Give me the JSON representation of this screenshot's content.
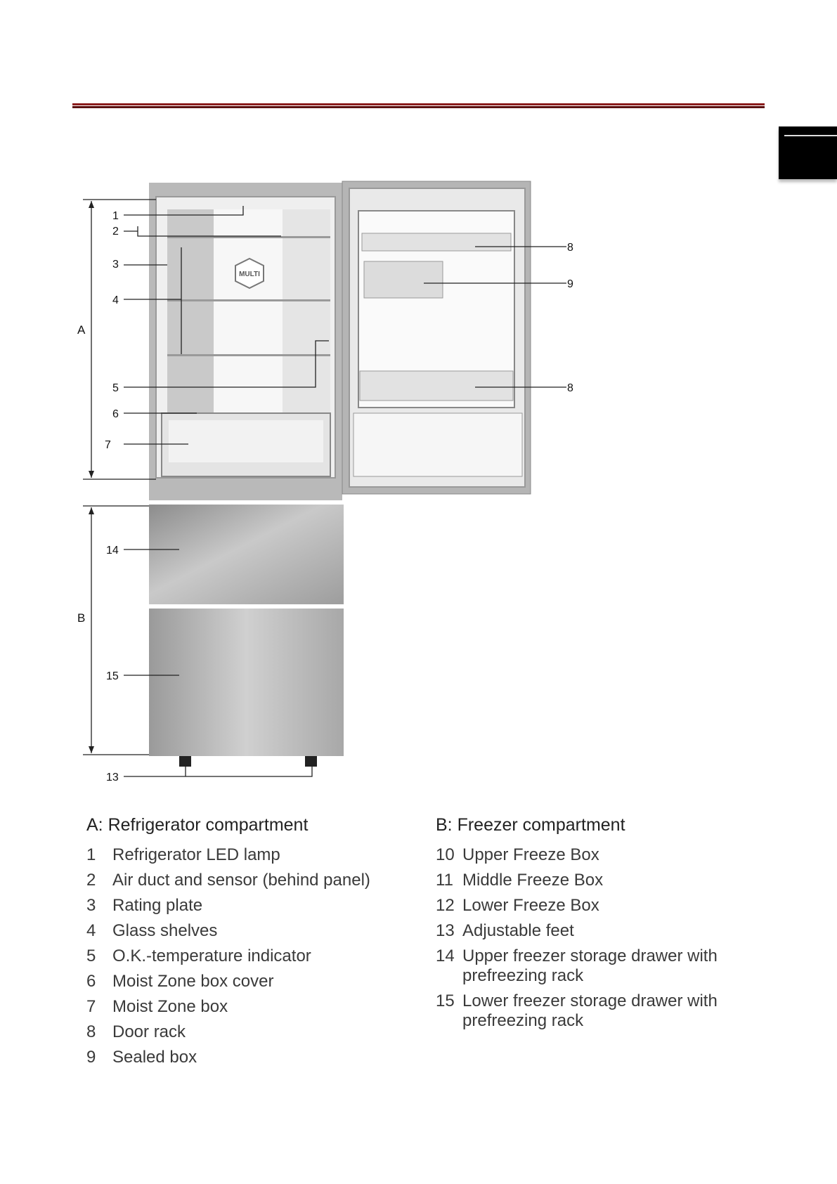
{
  "figure": {
    "callouts": [
      "1",
      "2",
      "3",
      "4",
      "5",
      "6",
      "7",
      "8",
      "9",
      "8",
      "14",
      "15",
      "13"
    ],
    "dimension_labels": {
      "a": "A",
      "b": "B"
    },
    "badge_text": "MULTI"
  },
  "legend": {
    "a": {
      "heading": "A: Refrigerator compartment",
      "items": [
        {
          "num": "1",
          "label": "Refrigerator LED lamp"
        },
        {
          "num": "2",
          "label": "Air duct and sensor (behind panel)"
        },
        {
          "num": "3",
          "label": "Rating plate"
        },
        {
          "num": "4",
          "label": "Glass shelves"
        },
        {
          "num": "5",
          "label": "O.K.-temperature indicator"
        },
        {
          "num": "6",
          "label": "Moist Zone box cover"
        },
        {
          "num": "7",
          "label": "Moist Zone box"
        },
        {
          "num": "8",
          "label": "Door rack"
        },
        {
          "num": "9",
          "label": "Sealed box"
        }
      ]
    },
    "b": {
      "heading": "B: Freezer compartment",
      "items": [
        {
          "num": "10",
          "label": "Upper Freeze Box"
        },
        {
          "num": "11",
          "label": "Middle Freeze Box"
        },
        {
          "num": "12",
          "label": "Lower Freeze Box"
        },
        {
          "num": "13",
          "label": "Adjustable feet"
        },
        {
          "num": "14",
          "label": "Upper freezer storage drawer with prefreezing rack"
        },
        {
          "num": "15",
          "label": "Lower freezer storage drawer with prefreezing rack"
        }
      ]
    }
  }
}
